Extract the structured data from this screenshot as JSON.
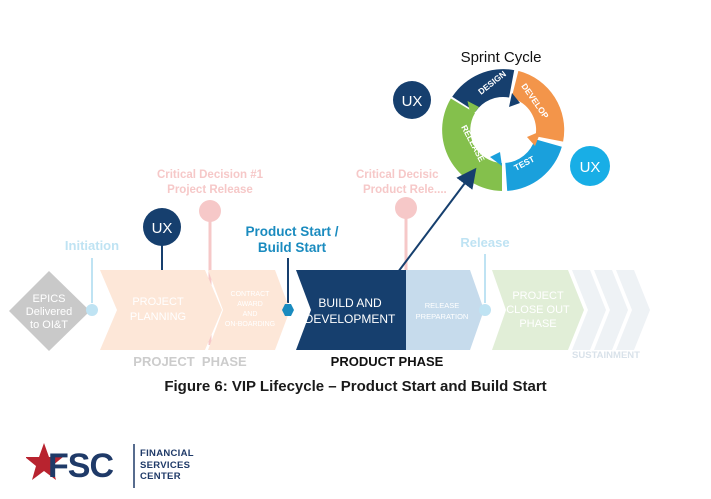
{
  "diagram": {
    "sprint_cycle_title": "Sprint Cycle",
    "sprint_segments": {
      "design": "DESIGN",
      "develop": "DEVELOP",
      "test": "TEST",
      "release": "RELEASE"
    },
    "ux_badge": "UX",
    "milestones": {
      "critical_decision_1_line1": "Critical Decision #1",
      "critical_decision_1_line2": "Project Release",
      "critical_decision_2_line1": "Critical Decisic",
      "critical_decision_2_line2": "Product Rele....",
      "initiation": "Initiation",
      "product_start_line1": "Product Start /",
      "product_start_line2": "Build Start",
      "release": "Release"
    },
    "stages": {
      "epics_line1": "EPICS",
      "epics_line2": "Delivered",
      "epics_line3": "to OI&T",
      "project_planning_line1": "PROJECT",
      "project_planning_line2": "PLANNING",
      "contract_line1": "CONTRACT",
      "contract_line2": "AWARD",
      "contract_line3": "AND",
      "contract_line4": "ON-BOARDING",
      "build_line1": "BUILD AND",
      "build_line2": "DEVELOPMENT",
      "release_prep_line1": "RELEASE",
      "release_prep_line2": "PREPARATION",
      "closeout_line1": "PROJECT",
      "closeout_line2": "CLOSE OUT",
      "closeout_line3": "PHASE",
      "sustainment": "SUSTAINMENT"
    },
    "phases": {
      "project_phase": "PROJECT  PHASE",
      "product_phase": "PRODUCT PHASE"
    },
    "colors": {
      "navy": "#163f6e",
      "orange": "#f3954a",
      "blue": "#1aa0dc",
      "green": "#84c04c",
      "ux_light": "#18aee6",
      "faded_pink": "#f6c8c8",
      "faded_gray": "#c9c9c9"
    }
  },
  "caption": "Figure 6: VIP Lifecycle – Product Start and Build Start",
  "logo": {
    "mark": "FSC",
    "line1": "FINANCIAL",
    "line2": "SERVICES",
    "line3": "CENTER"
  }
}
